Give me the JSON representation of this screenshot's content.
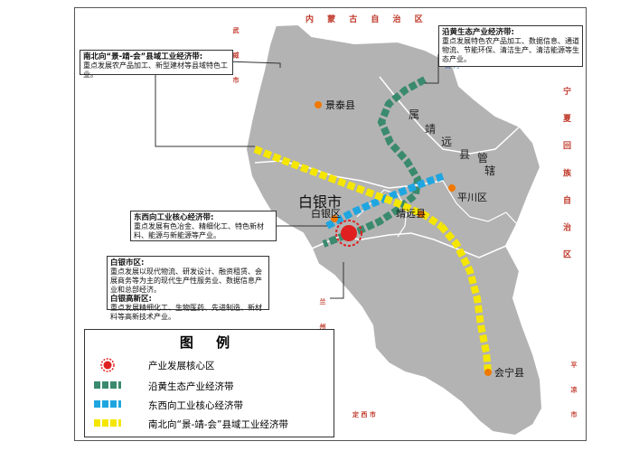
{
  "neighbors": {
    "inner_mongolia": "内 蒙 古 自 治 区",
    "ningxia": "宁 夏 回 族 自 治 区",
    "wuwei": "武 威 市",
    "lanzhou": "兰 州 市",
    "dingxi": "定 西 市",
    "pingliang": "平 凉 市",
    "river": "黄 河"
  },
  "places": {
    "jingtai": "景泰县",
    "baiyin_city": "白银市",
    "baiyin_district": "白银区",
    "jingyuan": "靖远县",
    "pingchuan": "平川区",
    "huining": "会宁县",
    "managed_area": [
      "属",
      "靖",
      "远",
      "县",
      "管",
      "辖"
    ]
  },
  "callouts": {
    "north_south": {
      "title": "南北向“景-靖-会”县域工业经济带:",
      "body": "重点发展农产品加工、新型建材等县域特色工业。"
    },
    "yellow_river": {
      "title": "沿黄生态产业经济带:",
      "body": "重点发展特色农产品加工、数据信息、通道物流、节能环保、清洁生产、清洁能源等生态产业。"
    },
    "east_west": {
      "title": "东西向工业核心经济带:",
      "body": "重点发展有色冶金、精细化工、特色新材料、能源与新能源等产业。"
    },
    "baiyin": {
      "title1": "白银市区:",
      "body1": "重点发展以现代物流、研发设计、融资租赁、会展商务等为主的现代生产性服务业、数据信息产业和总部经济。",
      "title2": "白银高新区:",
      "body2": "重点发展精细化工、生物医药、先进制造、新材料等高新技术产业。"
    }
  },
  "legend": {
    "title": "图 例",
    "items": [
      {
        "label": "产业发展核心区",
        "color": "#e02020",
        "kind": "core"
      },
      {
        "label": "沿黄生态产业经济带",
        "color": "#3a8a6e",
        "kind": "belt"
      },
      {
        "label": "东西向工业核心经济带",
        "color": "#1fa6e0",
        "kind": "belt"
      },
      {
        "label": "南北向“景-靖-会”县域工业经济带",
        "color": "#f5e600",
        "kind": "belt"
      }
    ]
  },
  "colors": {
    "land": "#b3b3b3",
    "border": "#ffffff",
    "green_belt": "#3a8a6e",
    "blue_belt": "#1fa6e0",
    "yellow_belt": "#f5e600",
    "point": "#f07800",
    "core": "#e02020"
  }
}
